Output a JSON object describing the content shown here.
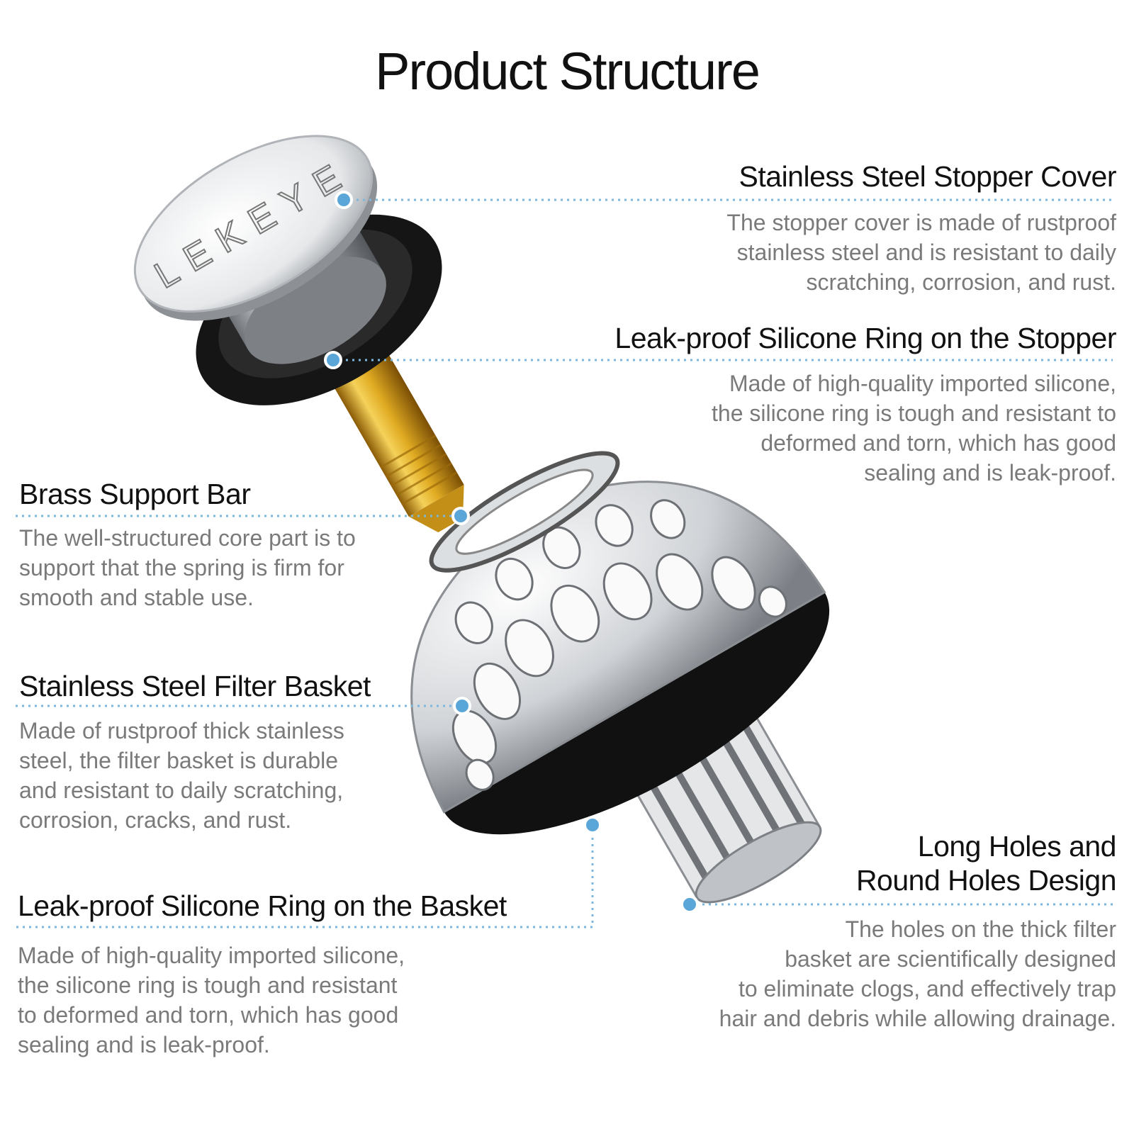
{
  "title": "Product Structure",
  "brand_mark": "LEKEYE",
  "colors": {
    "accent_dot": "#5aa6d8",
    "leader_line": "#7db7dc",
    "heading_text": "#111111",
    "body_text": "#7a7a7a",
    "brass": "#d6a21c",
    "steel": "#c9ccd0",
    "silicone": "#151515"
  },
  "labels": {
    "stopper_cover": {
      "heading": "Stainless Steel Stopper Cover",
      "lines": [
        "The stopper cover is made of rustproof",
        "stainless steel and is resistant to daily",
        "scratching, corrosion, and rust."
      ]
    },
    "stopper_ring": {
      "heading": "Leak-proof Silicone Ring on the Stopper",
      "lines": [
        "Made of high-quality imported silicone,",
        "the silicone ring is tough and resistant to",
        "deformed and torn, which has good",
        "sealing and is leak-proof."
      ]
    },
    "brass_bar": {
      "heading": "Brass Support Bar",
      "lines": [
        "The well-structured core part is to",
        "support that the spring is firm for",
        "smooth and stable use."
      ]
    },
    "filter_basket": {
      "heading": "Stainless Steel Filter Basket",
      "lines": [
        "Made of rustproof thick stainless",
        "steel, the filter basket is durable",
        "and resistant to daily scratching,",
        "corrosion, cracks, and rust."
      ]
    },
    "basket_ring": {
      "heading": "Leak-proof Silicone Ring on the Basket",
      "lines": [
        "Made of high-quality imported silicone,",
        "the silicone ring is tough and resistant",
        "to deformed and torn, which has good",
        "sealing and is leak-proof."
      ]
    },
    "holes": {
      "heading_lines": [
        "Long Holes and",
        "Round Holes Design"
      ],
      "lines": [
        "The holes on the thick filter",
        "basket are scientifically designed",
        "to eliminate clogs, and effectively trap",
        "hair and debris while allowing drainage."
      ]
    }
  }
}
